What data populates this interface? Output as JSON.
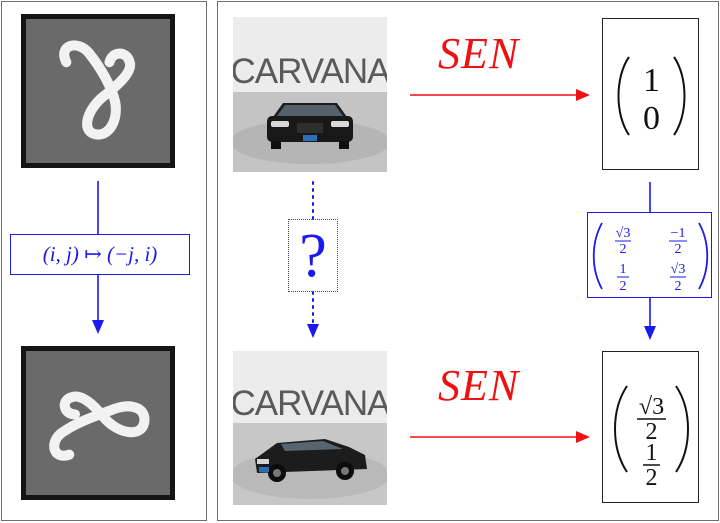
{
  "left": {
    "map_label": "(i, j) ↦ (−j, i)"
  },
  "right": {
    "brand_top": "CARVANA",
    "brand_bottom": "CARVANA",
    "sen_top": "SEN",
    "sen_bottom": "SEN",
    "unknown": "?",
    "vector_top": [
      "1",
      "0"
    ],
    "vector_bottom": [
      "√3",
      "2",
      "1",
      "2"
    ],
    "matrix": {
      "a": [
        "√3",
        "2"
      ],
      "b": [
        "−1",
        "2"
      ],
      "c": [
        "1",
        "2"
      ],
      "d": [
        "√3",
        "2"
      ]
    }
  },
  "colors": {
    "red": "#ee1111",
    "blue": "#1a1aee",
    "frame": "#6e6e6e"
  },
  "icons": [
    "digit-eight-image",
    "digit-eight-rotated-image",
    "car-front-image",
    "car-rotated-image"
  ]
}
